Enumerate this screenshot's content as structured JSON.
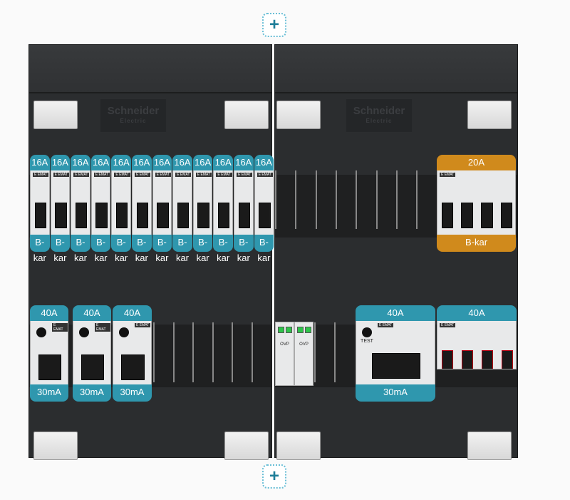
{
  "add_top": {
    "label": "+",
    "icon": "plus-icon"
  },
  "add_bottom": {
    "label": "+",
    "icon": "plus-icon"
  },
  "brand": {
    "logo_text": "Schneider",
    "logo_sub": "Electric"
  },
  "colors": {
    "teal": "#2f97ae",
    "orange": "#d08a1c",
    "red": "#e8302a",
    "panel": "#2b2d2f"
  },
  "left_row1": {
    "count": 12,
    "top": "16A",
    "bottom": "B-kar"
  },
  "right_row1": {
    "top": "20A",
    "bottom": "B-kar"
  },
  "left_row2": [
    {
      "top": "40A",
      "bottom": "30mA"
    },
    {
      "top": "40A",
      "bottom": "30mA"
    },
    {
      "top": "40A",
      "bottom": "30mA"
    }
  ],
  "right_row2": {
    "ovp": [
      "OVP",
      "OVP"
    ],
    "rcd": {
      "top": "40A",
      "bottom": "30mA",
      "test": "TEST"
    },
    "main": {
      "top": "40A"
    }
  }
}
